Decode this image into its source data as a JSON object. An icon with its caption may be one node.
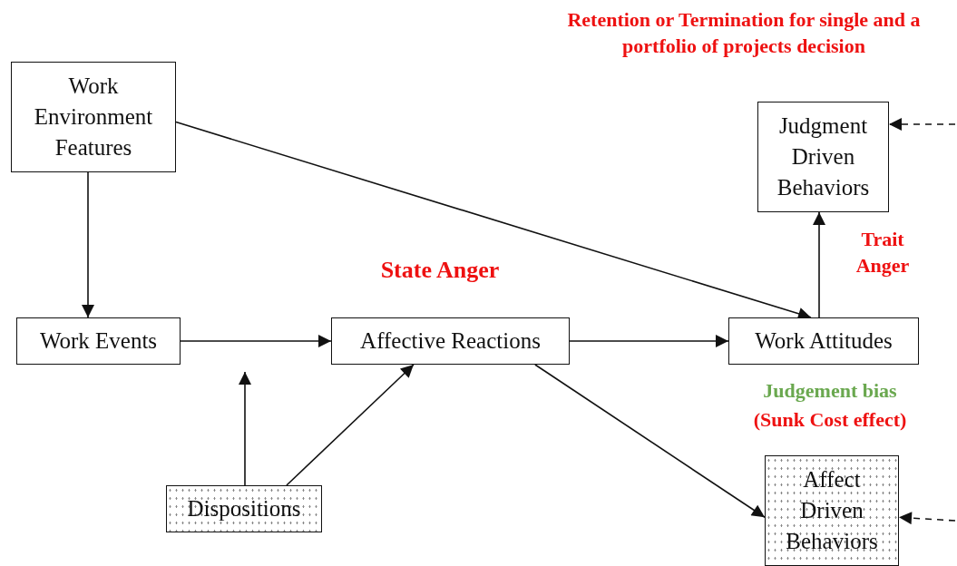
{
  "diagram": {
    "nodes": [
      {
        "text": [
          "Work Environment Features"
        ]
      },
      {
        "text": [
          "Work Events"
        ]
      },
      {
        "text": [
          "Affective Reactions"
        ]
      },
      {
        "text": [
          "Work Attitudes"
        ]
      },
      {
        "text": [
          "Judgment Driven Behaviors"
        ]
      },
      {
        "text": [
          "Dispositions"
        ]
      },
      {
        "text": [
          "Affect Driven Behaviors"
        ]
      }
    ],
    "edges": [
      {
        "from": 0,
        "to": 1,
        "arrow": "to"
      },
      {
        "from": 0,
        "to": 3,
        "arrow": "to"
      },
      {
        "from": 1,
        "to": 2,
        "arrow": "to"
      },
      {
        "from": 2,
        "to": 3,
        "arrow": "to"
      },
      {
        "from": 3,
        "to": 4,
        "arrow": "to"
      },
      {
        "from": 5,
        "to": null,
        "arrow": "to"
      },
      {
        "from": 5,
        "to": 2,
        "arrow": "to"
      },
      {
        "from": 2,
        "to": 6,
        "arrow": "to"
      },
      {
        "from": null,
        "to": 4,
        "arrow": "to",
        "style": "dashed"
      },
      {
        "from": null,
        "to": 6,
        "arrow": "to",
        "style": "dashed"
      }
    ],
    "labels": [
      "Retention or Termination for single and a portfolio of projects decision",
      "State  Anger",
      "Trait Anger",
      "Judgement bias",
      "(Sunk Cost effect)"
    ]
  }
}
